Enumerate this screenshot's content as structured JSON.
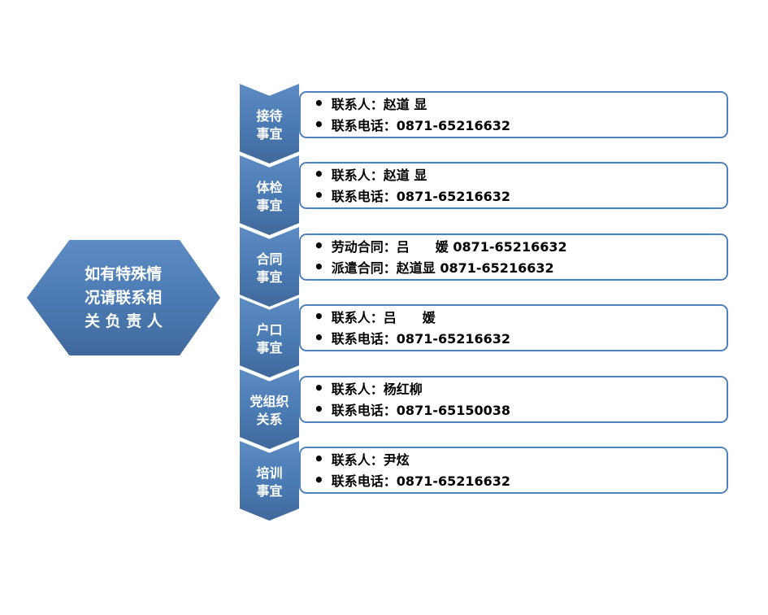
{
  "colors": {
    "shape_fill": "#4f81bd",
    "shape_fill_dark": "#41699c",
    "box_border": "#4f81bd",
    "text_on_shape": "#ffffff",
    "box_text": "#000000",
    "background": "#ffffff"
  },
  "arrow": {
    "lines": [
      "如有特殊情",
      "况请联系相",
      "关 负 责 人"
    ]
  },
  "rows": [
    {
      "label": [
        "接待",
        "事宜"
      ],
      "bullets": [
        "联系人：赵道 显",
        "联系电话：0871-65216632"
      ]
    },
    {
      "label": [
        "体检",
        "事宜"
      ],
      "bullets": [
        "联系人：赵道 显",
        "联系电话：0871-65216632"
      ]
    },
    {
      "label": [
        "合同",
        "事宜"
      ],
      "bullets": [
        "劳动合同：吕　　媛 0871-65216632",
        "派遣合同：赵道显 0871-65216632"
      ]
    },
    {
      "label": [
        "户口",
        "事宜"
      ],
      "bullets": [
        "联系人：吕　　媛",
        "联系电话：0871-65216632"
      ]
    },
    {
      "label": [
        "党组织",
        "关系"
      ],
      "bullets": [
        "联系人：杨红柳",
        "联系电话：0871-65150038"
      ]
    },
    {
      "label": [
        "培训",
        "事宜"
      ],
      "bullets": [
        "联系人：尹炫",
        "联系电话：0871-65216632"
      ]
    }
  ]
}
